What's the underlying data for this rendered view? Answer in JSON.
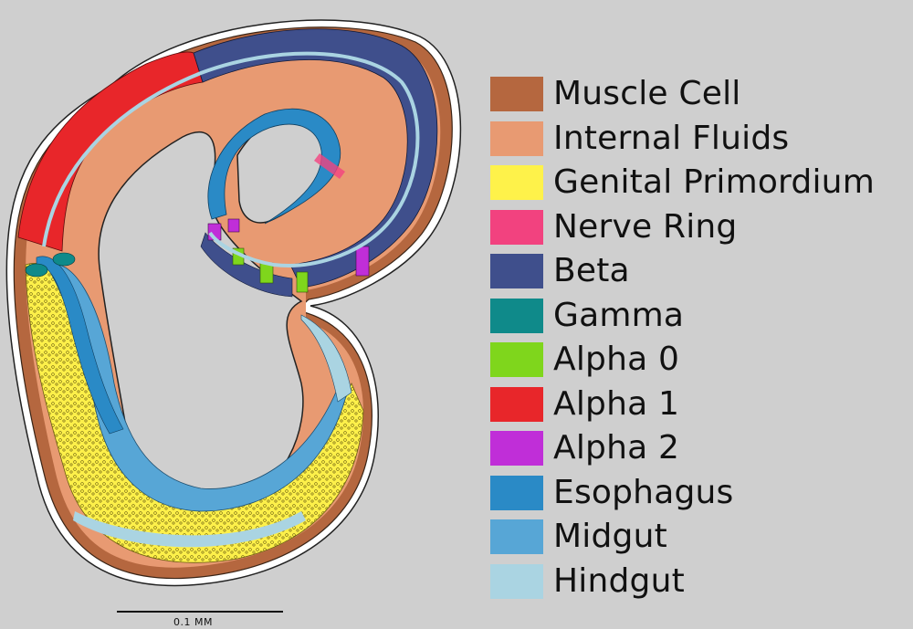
{
  "legend": [
    {
      "label": "Muscle Cell",
      "color": "#b5673f"
    },
    {
      "label": "Internal Fluids",
      "color": "#e89a72"
    },
    {
      "label": "Genital Primordium",
      "color": "#fef24a"
    },
    {
      "label": "Nerve Ring",
      "color": "#f2427f"
    },
    {
      "label": "Beta",
      "color": "#3f4f8c"
    },
    {
      "label": "Gamma",
      "color": "#0f8a8a"
    },
    {
      "label": "Alpha 0",
      "color": "#7fd61c"
    },
    {
      "label": "Alpha 1",
      "color": "#e8262a"
    },
    {
      "label": "Alpha 2",
      "color": "#c02ed8"
    },
    {
      "label": "Esophagus",
      "color": "#2a8ac6"
    },
    {
      "label": "Midgut",
      "color": "#57a6d6"
    },
    {
      "label": "Hindgut",
      "color": "#aad4e2"
    }
  ],
  "scale_bar": {
    "label": "0.1 MM"
  }
}
